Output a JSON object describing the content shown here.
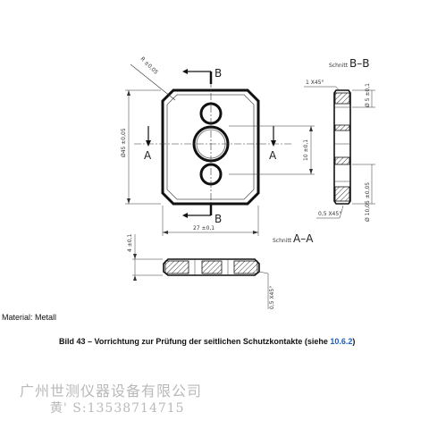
{
  "drawing": {
    "labels": {
      "section_mark_a": "A",
      "section_mark_b": "B",
      "section_bb_word": "Schnitt",
      "section_bb_letters": "B–B",
      "section_aa_word": "Schnitt",
      "section_aa_letters": "A–A"
    },
    "dimensions": {
      "radius": "R ±0,05",
      "width": "27 ±0,1",
      "height": "Ø45 ±0,05",
      "center_distance": "10 ±0,1",
      "chamfer_top": "1 X45°",
      "thickness_top": "Ø 5 ±0,1",
      "thickness_right": "Ø 10,05 ±0,05",
      "chamfer_bottom": "0,5 X45°",
      "aa_thickness": "4 ±0,1",
      "aa_chamfer": "0,5 X45°"
    }
  },
  "material": "Material: Metall",
  "caption": {
    "text": "Bild 43 – Vorrichtung zur Prüfung der seitlichen Schutzkontakte (siehe ",
    "ref": "10.6.2",
    "close": ")"
  },
  "watermark": {
    "line1": "广州世测仪器设备有限公司",
    "line2": "黄' S:13538714715"
  }
}
